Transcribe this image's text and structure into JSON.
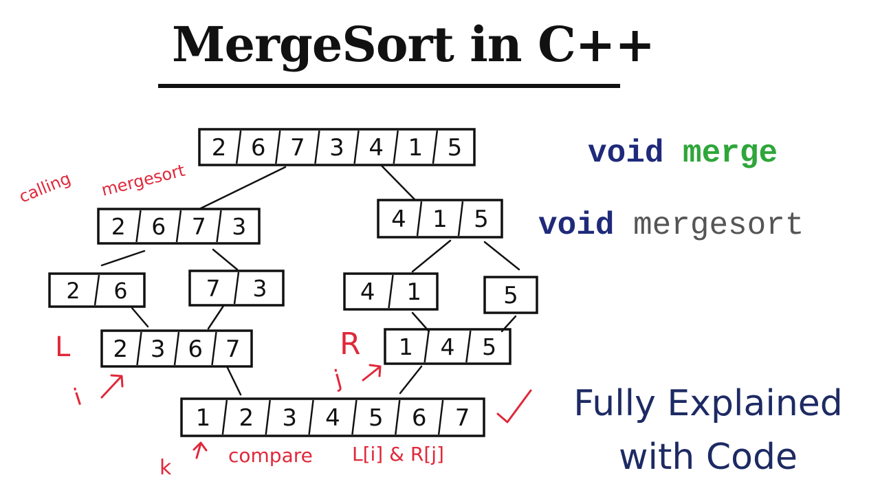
{
  "title": "MergeSort in C++",
  "code": {
    "line1": {
      "keyword": "void",
      "name": "merge"
    },
    "line2": {
      "keyword": "void",
      "name": "mergesort"
    }
  },
  "subtitle": {
    "line1": "Fully Explained",
    "line2": "with Code"
  },
  "diagram": {
    "arrays": [
      {
        "id": "root",
        "values": [
          "2",
          "6",
          "7",
          "3",
          "4",
          "1",
          "5"
        ]
      },
      {
        "id": "left-half",
        "values": [
          "2",
          "6",
          "7",
          "3"
        ]
      },
      {
        "id": "right-half",
        "values": [
          "4",
          "1",
          "5"
        ]
      },
      {
        "id": "left-left",
        "values": [
          "2",
          "6"
        ]
      },
      {
        "id": "left-right",
        "values": [
          "7",
          "3"
        ]
      },
      {
        "id": "right-left",
        "values": [
          "4",
          "1"
        ]
      },
      {
        "id": "right-right",
        "values": [
          "5"
        ]
      },
      {
        "id": "sorted-left",
        "values": [
          "2",
          "3",
          "6",
          "7"
        ]
      },
      {
        "id": "sorted-right",
        "values": [
          "1",
          "4",
          "5"
        ]
      },
      {
        "id": "merged",
        "values": [
          "1",
          "2",
          "3",
          "4",
          "5",
          "6",
          "7"
        ]
      }
    ],
    "annotations": {
      "calling": "calling",
      "mergesort": "mergesort",
      "L": "L",
      "R": "R",
      "i": "i",
      "j": "j",
      "k": "k",
      "compare": "compare",
      "compare_expr": "L[i] & R[j]"
    },
    "colors": {
      "ink": "#111111",
      "annotation": "#e0283a"
    }
  }
}
